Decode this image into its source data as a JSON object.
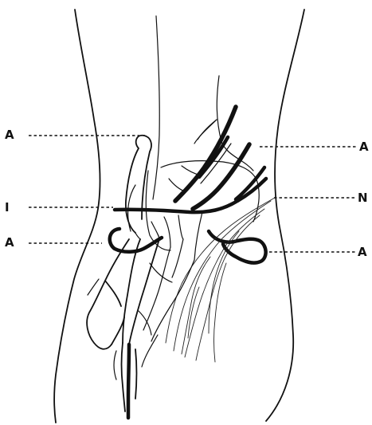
{
  "labels": {
    "left_upper": "A",
    "left_middle": "I",
    "left_lower": "A",
    "right_upper": "A",
    "right_middle": "N",
    "right_lower": "A"
  }
}
